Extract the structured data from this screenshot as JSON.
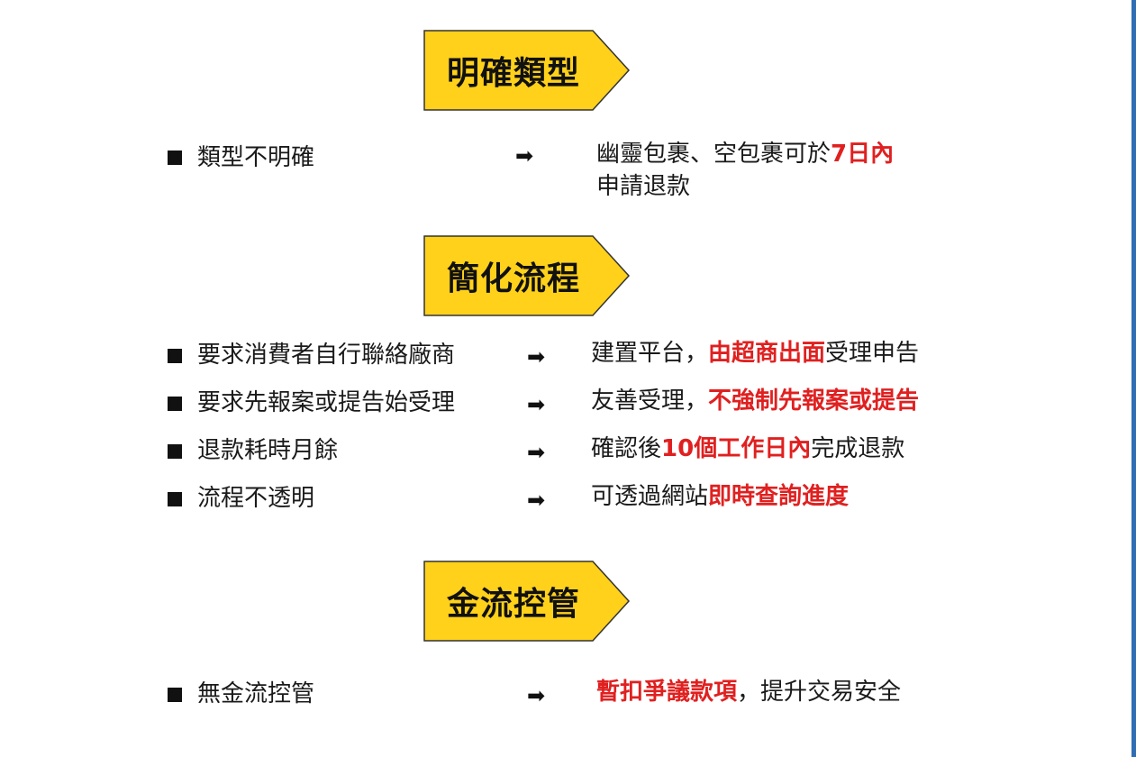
{
  "colors": {
    "banner_fill": "#ffd11a",
    "highlight": "#e02020",
    "edge_bar": "#2f6db5"
  },
  "sections": [
    {
      "title": "明確類型",
      "items": [
        {
          "problem": "類型不明確",
          "solution_parts": [
            {
              "text": "幽靈包裹、空包裹可於",
              "highlight": false
            },
            {
              "text": "7日內",
              "highlight": true
            }
          ],
          "solution_line2": "申請退款"
        }
      ]
    },
    {
      "title": "簡化流程",
      "items": [
        {
          "problem": "要求消費者自行聯絡廠商",
          "solution_parts": [
            {
              "text": "建置平台，",
              "highlight": false
            },
            {
              "text": "由超商出面",
              "highlight": true
            },
            {
              "text": "受理申告",
              "highlight": false
            }
          ]
        },
        {
          "problem": "要求先報案或提告始受理",
          "solution_parts": [
            {
              "text": "友善受理，",
              "highlight": false
            },
            {
              "text": "不強制先報案或提告",
              "highlight": true
            }
          ]
        },
        {
          "problem": "退款耗時月餘",
          "solution_parts": [
            {
              "text": "確認後",
              "highlight": false
            },
            {
              "text": "10個工作日內",
              "highlight": true
            },
            {
              "text": "完成退款",
              "highlight": false
            }
          ]
        },
        {
          "problem": "流程不透明",
          "solution_parts": [
            {
              "text": "可透過網站",
              "highlight": false
            },
            {
              "text": "即時查詢進度",
              "highlight": true
            }
          ]
        }
      ]
    },
    {
      "title": "金流控管",
      "items": [
        {
          "problem": "無金流控管",
          "solution_parts": [
            {
              "text": "暫扣爭議款項",
              "highlight": true
            },
            {
              "text": "，提升交易安全",
              "highlight": false
            }
          ]
        }
      ]
    }
  ],
  "arrow_symbol": "➡",
  "icons": {
    "bullet": "square-bullet-icon",
    "arrow": "right-arrow-icon",
    "banner": "chevron-banner"
  }
}
